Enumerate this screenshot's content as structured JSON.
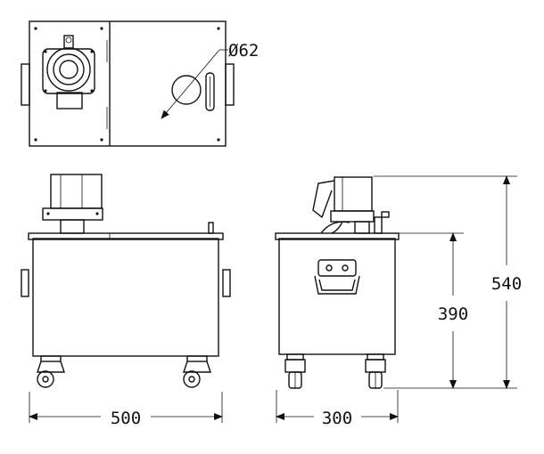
{
  "dimensions": {
    "hole_diameter": "Ø62",
    "front_width": "500",
    "side_depth": "300",
    "tank_height": "390",
    "total_height": "540"
  }
}
